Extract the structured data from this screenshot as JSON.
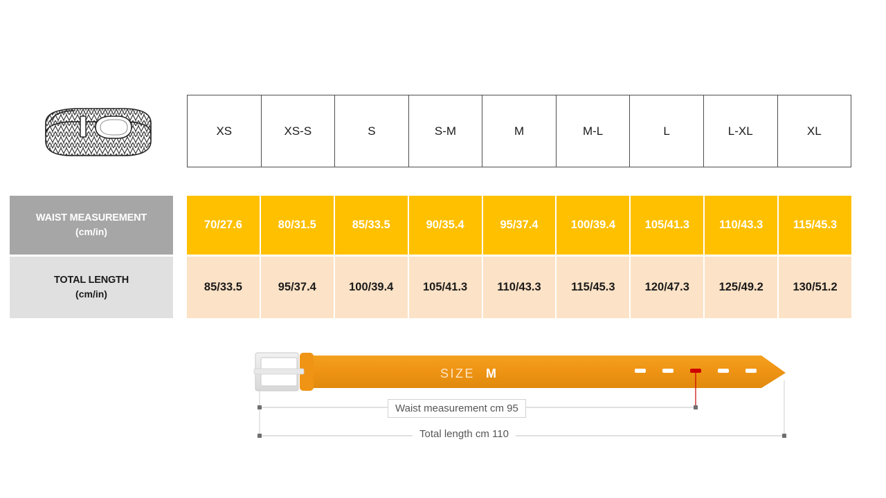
{
  "product": {
    "icon_name": "braided-belt-illustration"
  },
  "size_table": {
    "sizes": [
      "XS",
      "XS-S",
      "S",
      "S-M",
      "M",
      "M-L",
      "L",
      "L-XL",
      "XL"
    ],
    "rows": [
      {
        "label_main": "WAIST MEASUREMENT",
        "label_sub": "(cm/in)",
        "label_bg": "#a6a6a6",
        "cell_bg": "#ffc000",
        "cell_color": "#ffffff",
        "values": [
          "70/27.6",
          "80/31.5",
          "85/33.5",
          "90/35.4",
          "95/37.4",
          "100/39.4",
          "105/41.3",
          "110/43.3",
          "115/45.3"
        ]
      },
      {
        "label_main": "TOTAL LENGTH",
        "label_sub": "(cm/in)",
        "label_bg": "#e0e0e0",
        "cell_bg": "#fce2c6",
        "cell_color": "#1a1a1a",
        "values": [
          "85/33.5",
          "95/37.4",
          "100/39.4",
          "105/41.3",
          "110/43.3",
          "115/45.3",
          "120/47.3",
          "125/49.2",
          "130/51.2"
        ]
      }
    ]
  },
  "belt_diagram": {
    "size_prefix": "SIZE",
    "size_value": "M",
    "belt_color": "#ef9414",
    "buckle_color": "#e8e8e8",
    "active_hole_color": "#cc0000",
    "hole_color": "#ffffff",
    "holes_total": 5,
    "active_hole_index": 3,
    "waist_label": "Waist measurement cm 95",
    "length_label": "Total length cm 110"
  }
}
